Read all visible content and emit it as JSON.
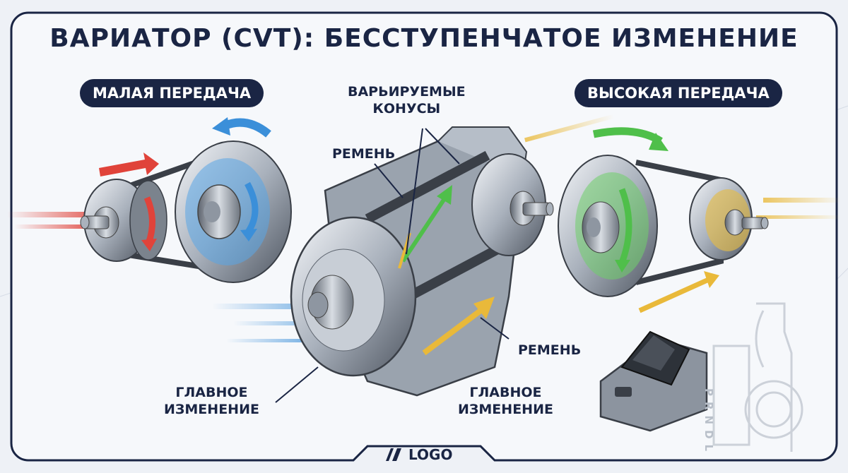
{
  "title": "ВАРИАТОР (CVT): БЕССТУПЕНЧАТОЕ ИЗМЕНЕНИЕ",
  "left_badge": "МАЛАЯ ПЕРЕДАЧА",
  "right_badge": "ВЫСОКАЯ ПЕРЕДАЧА",
  "labels": {
    "cones": "ВАРЬИРУЕМЫЕ\nКОНУСЫ",
    "belt_top": "РЕМЕНЬ",
    "belt_bottom": "РЕМЕНЬ",
    "main_change_left": "ГЛАВНОЕ\nИЗМЕНЕНИЕ",
    "main_change_right": "ГЛАВНОЕ\nИЗМЕНЕНИЕ"
  },
  "gear_selector": "PRNDL",
  "logo_text": "LOGO",
  "colors": {
    "frame": "#1a2544",
    "accent_red": "#e0433a",
    "accent_blue": "#3b8fd9",
    "accent_green": "#4fbf4a",
    "accent_yellow": "#e9b93a"
  }
}
